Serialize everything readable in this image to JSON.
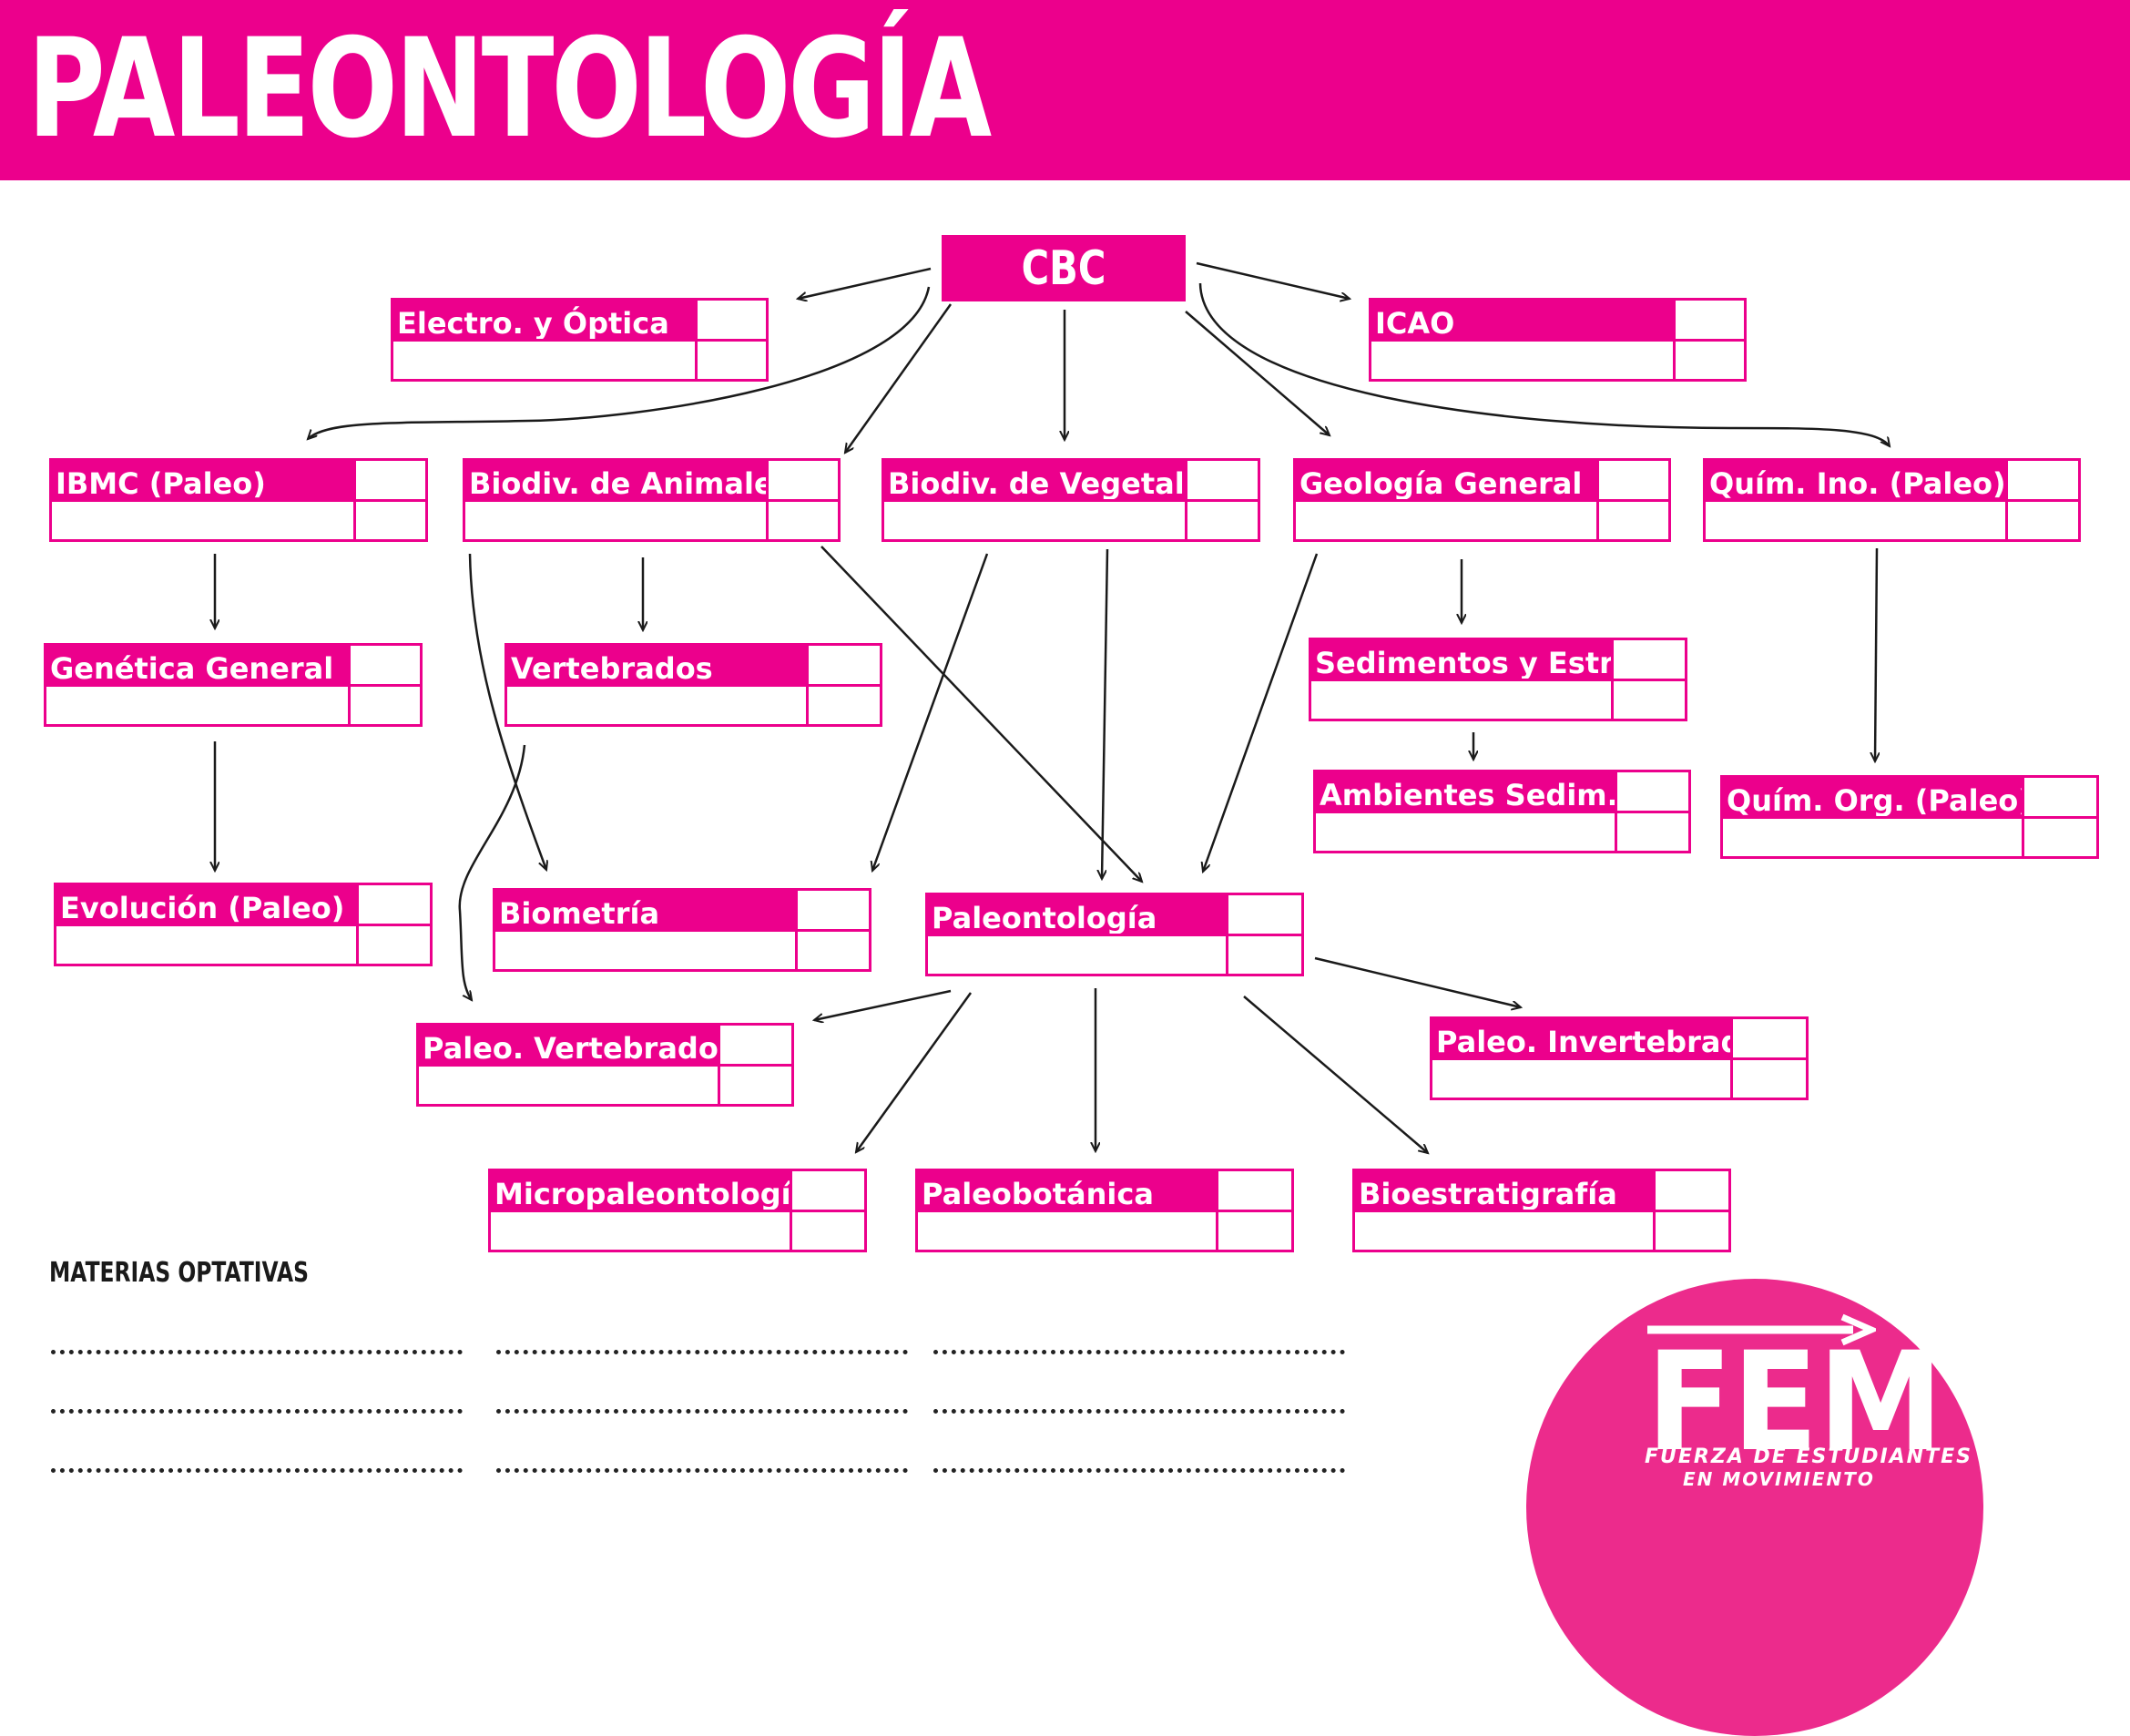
{
  "header": {
    "title": "PALEONTOLOGÍA"
  },
  "colors": {
    "accent": "#EC008C",
    "logo": "#EC2B8C"
  },
  "root": {
    "label": "CBC"
  },
  "courses": [
    {
      "id": "electro",
      "label": "Electro. y Óptica"
    },
    {
      "id": "icao",
      "label": "ICAO"
    },
    {
      "id": "ibmc",
      "label": "IBMC (Paleo)"
    },
    {
      "id": "biodiv-animales",
      "label": "Biodiv. de Animales"
    },
    {
      "id": "biodiv-vegetales",
      "label": "Biodiv. de Vegetales"
    },
    {
      "id": "geologia-general",
      "label": "Geología General"
    },
    {
      "id": "quim-ino",
      "label": "Quím. Ino. (Paleo)"
    },
    {
      "id": "genetica-general",
      "label": "Genética General"
    },
    {
      "id": "vertebrados",
      "label": "Vertebrados"
    },
    {
      "id": "sedimentos",
      "label": "Sedimentos y Estra."
    },
    {
      "id": "ambientes",
      "label": "Ambientes Sedim."
    },
    {
      "id": "quim-org",
      "label": "Quím. Org. (Paleo)"
    },
    {
      "id": "evolucion",
      "label": "Evolución (Paleo)"
    },
    {
      "id": "biometria",
      "label": "Biometría"
    },
    {
      "id": "paleontologia",
      "label": "Paleontología"
    },
    {
      "id": "paleo-vertebrados",
      "label": "Paleo. Vertebrados"
    },
    {
      "id": "paleo-invertebrados",
      "label": "Paleo. Invertebrados"
    },
    {
      "id": "micropaleontologia",
      "label": "Micropaleontología"
    },
    {
      "id": "paleobotanica",
      "label": "Paleobotánica"
    },
    {
      "id": "bioestratigrafia",
      "label": "Bioestratigrafía"
    }
  ],
  "optativas": {
    "title": "MATERIAS OPTATIVAS"
  },
  "logo": {
    "name": "FEM",
    "line1": "FUERZA DE ESTUDIANTES",
    "line2": "EN MOVIMIENTO"
  }
}
